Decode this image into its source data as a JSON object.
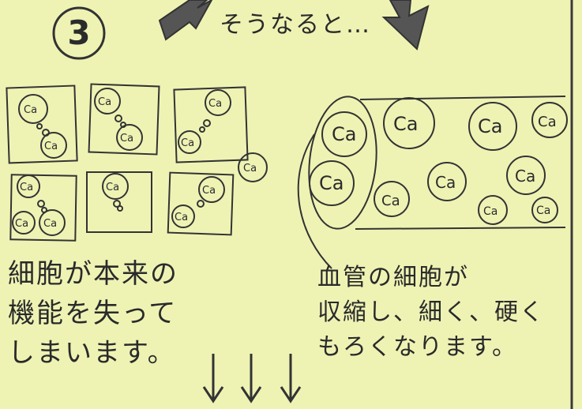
{
  "step_number": "3",
  "heading": "そうなると…",
  "left_caption": [
    "細胞が本来の",
    "機能を失って",
    "しまいます。"
  ],
  "right_caption": [
    "血管の細胞が",
    "収縮し、細く、硬く",
    "もろくなります。"
  ],
  "ca_label": "Ca",
  "colors": {
    "background": "#eef3b4",
    "ink": "#2b2b2b",
    "arrow_fill": "#555555"
  }
}
